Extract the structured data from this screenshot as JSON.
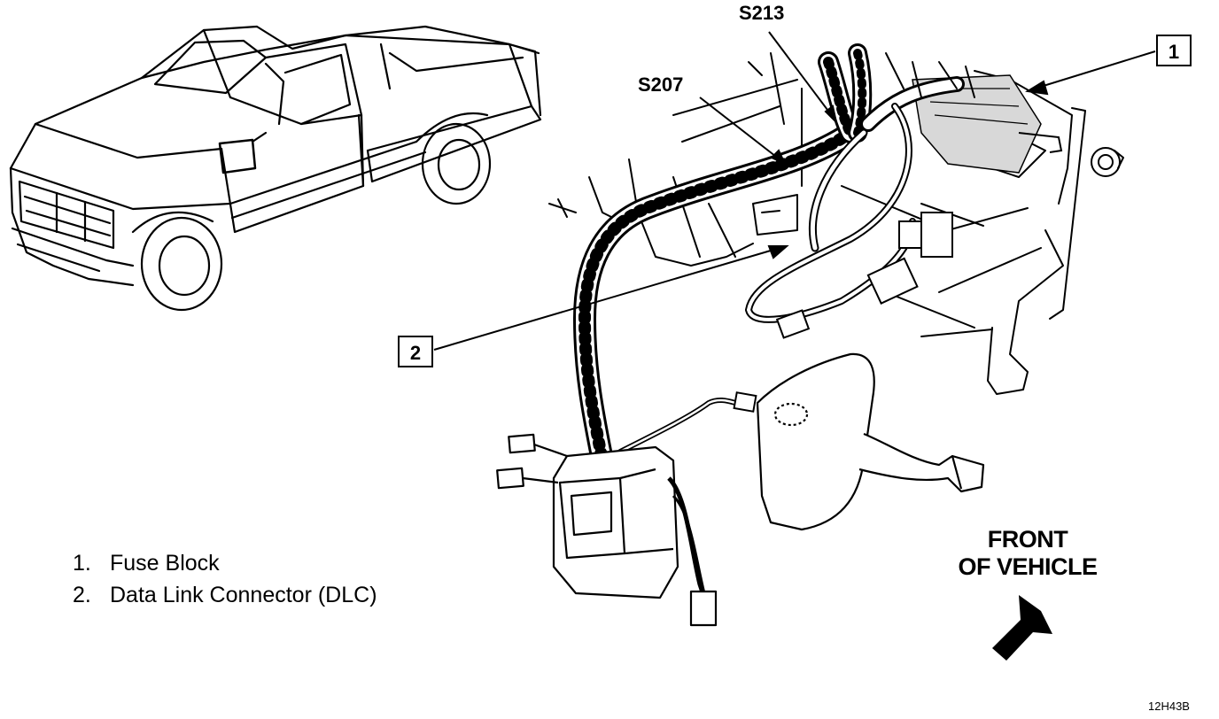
{
  "callouts": {
    "splice_1": "S213",
    "splice_2": "S207",
    "box_1": "1",
    "box_2": "2"
  },
  "legend": [
    {
      "num": "1.",
      "label": "Fuse Block"
    },
    {
      "num": "2.",
      "label": "Data Link Connector (DLC)"
    }
  ],
  "direction": {
    "line1": "FRONT",
    "line2": "OF VEHICLE"
  },
  "figure_id": "12H43B"
}
